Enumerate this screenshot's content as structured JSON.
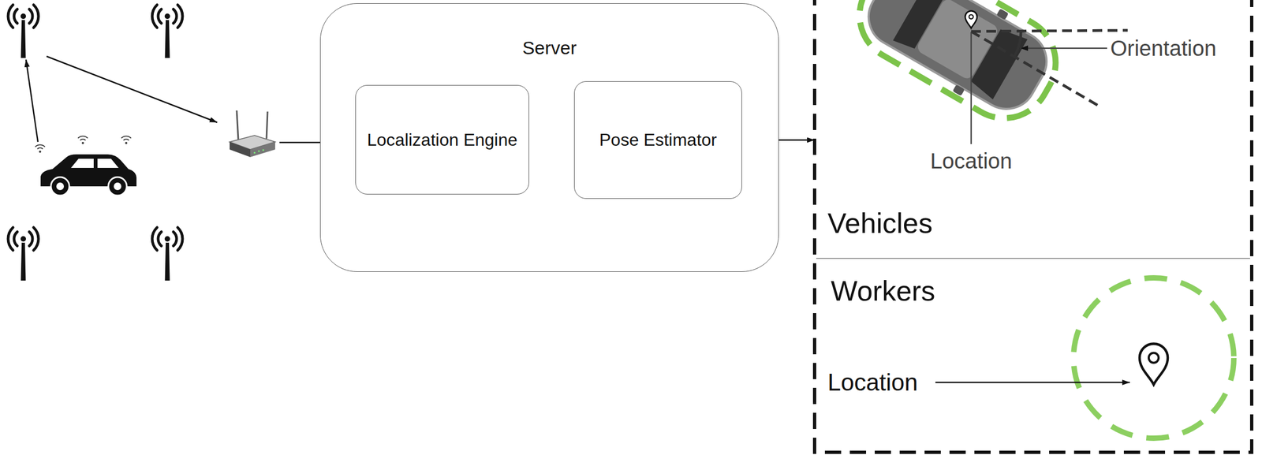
{
  "diagram": {
    "nodes": [
      {
        "text": [
          "Server"
        ]
      },
      {
        "text": [
          "Localization Engine"
        ],
        "in": 0
      },
      {
        "text": [
          "Pose Estimator"
        ],
        "in": 0
      },
      {
        "text": [
          "Vehicles"
        ]
      },
      {
        "text": [
          "Workers"
        ]
      }
    ],
    "edges": [
      {
        "from": 1,
        "to": 2,
        "arrow": "to"
      },
      {
        "from": 2,
        "to": 3,
        "arrow": "to"
      }
    ],
    "labels": [
      "Orientation",
      "Location",
      "Location"
    ]
  }
}
